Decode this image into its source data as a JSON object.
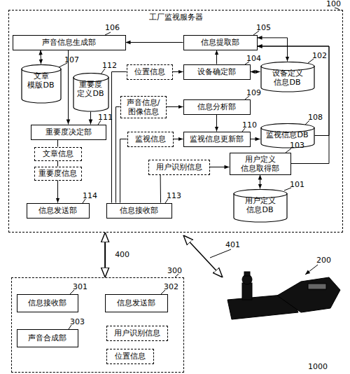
{
  "diagram": {
    "nodes": [
      {
        "text": [
          "工厂监视服务器"
        ]
      },
      {
        "text": [
          "声音信息生成部"
        ],
        "in": 0
      },
      {
        "text": [
          "信息提取部"
        ],
        "in": 0
      },
      {
        "text": [
          "文章 模版DB"
        ],
        "in": 0
      },
      {
        "text": [
          "重要度 定义DB"
        ],
        "in": 0
      },
      {
        "text": [
          "位置信息"
        ],
        "in": 0
      },
      {
        "text": [
          "设备确定部"
        ],
        "in": 0
      },
      {
        "text": [
          "设备定义 信息DB"
        ],
        "in": 0
      },
      {
        "text": [
          "声音信息/ 图像信息"
        ],
        "in": 0
      },
      {
        "text": [
          "信息分析部"
        ],
        "in": 0
      },
      {
        "text": [
          "重要度决定部"
        ],
        "in": 0
      },
      {
        "text": [
          "监视信息"
        ],
        "in": 0
      },
      {
        "text": [
          "监视信息更新部"
        ],
        "in": 0
      },
      {
        "text": [
          "监视信息DB"
        ],
        "in": 0
      },
      {
        "text": [
          "文章信息"
        ],
        "in": 0
      },
      {
        "text": [
          "用户识别信息"
        ],
        "in": 0
      },
      {
        "text": [
          "用户定义 信息取得部"
        ],
        "in": 0
      },
      {
        "text": [
          "重要度信息"
        ],
        "in": 0
      },
      {
        "text": [
          "用户定义 信息DB"
        ],
        "in": 0
      },
      {
        "text": [
          "信息发送部"
        ],
        "in": 0
      },
      {
        "text": [
          "信息接收部"
        ],
        "in": 0
      },
      {
        "text": [
          "300"
        ]
      },
      {
        "text": [
          "信息接收部"
        ],
        "in": 21
      },
      {
        "text": [
          "信息发送部"
        ],
        "in": 21
      },
      {
        "text": [
          "声音合成部"
        ],
        "in": 21
      },
      {
        "text": [
          "用户识别信息"
        ],
        "in": 21
      },
      {
        "text": [
          "位置信息"
        ],
        "in": 21
      }
    ],
    "edges": [
      {
        "from": 2,
        "to": 1,
        "arrow": "to"
      },
      {
        "from": 1,
        "to": 3,
        "arrow": "both"
      },
      {
        "from": 1,
        "to": 10,
        "arrow": "to"
      },
      {
        "from": 4,
        "to": 10,
        "arrow": "to"
      },
      {
        "from": 10,
        "to": 14,
        "arrow": "none"
      },
      {
        "from": 14,
        "to": 17,
        "arrow": "none"
      },
      {
        "from": 17,
        "to": 19,
        "arrow": "to"
      },
      {
        "from": 2,
        "to": 7,
        "arrow": "both"
      },
      {
        "from": 13,
        "to": 2,
        "arrow": "to"
      },
      {
        "from": 16,
        "to": 2,
        "arrow": "to"
      },
      {
        "from": 5,
        "to": 6,
        "arrow": "to"
      },
      {
        "from": 6,
        "to": 2,
        "arrow": "to"
      },
      {
        "from": 6,
        "to": 7,
        "arrow": "both"
      },
      {
        "from": 8,
        "to": 9,
        "arrow": "to"
      },
      {
        "from": 9,
        "to": 12,
        "arrow": "to"
      },
      {
        "from": 11,
        "to": 12,
        "arrow": "to"
      },
      {
        "from": 12,
        "to": 13,
        "arrow": "to"
      },
      {
        "from": 15,
        "to": 16,
        "arrow": "to"
      },
      {
        "from": 16,
        "to": 18,
        "arrow": "both"
      },
      {
        "from": 20,
        "to": 5,
        "arrow": "none"
      },
      {
        "from": 20,
        "to": 8,
        "arrow": "none"
      },
      {
        "from": 20,
        "to": 11,
        "arrow": "none"
      },
      {
        "from": 20,
        "to": 15,
        "arrow": "none"
      },
      {
        "from": 0,
        "to": 21,
        "label": "400",
        "arrow": "both"
      }
    ],
    "labels": [
      "100",
      "106",
      "105",
      "107",
      "112",
      "104",
      "102",
      "109",
      "111",
      "110",
      "108",
      "103",
      "101",
      "114",
      "113",
      "200",
      "301",
      "302",
      "303",
      "401",
      "1000"
    ]
  }
}
